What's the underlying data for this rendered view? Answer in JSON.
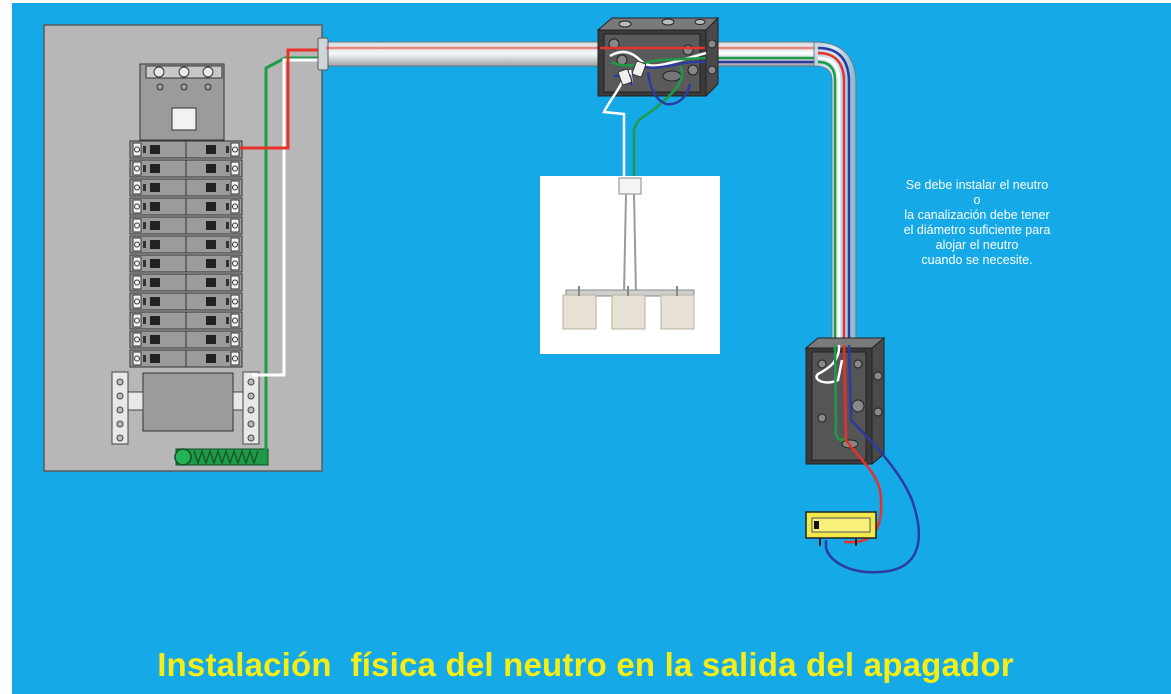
{
  "diagram": {
    "title": "Instalación  física del neutro en la salida del apagador",
    "note_lines": [
      "Se debe instalar el neutro",
      "o",
      "la canalización debe tener",
      "el diámetro suficiente para",
      "alojar el neutro",
      "cuando se necesite."
    ],
    "breaker_rows": 12,
    "components": [
      "electrical-panel",
      "main-breaker",
      "branch-breakers",
      "ground-bar",
      "conduit",
      "junction-box",
      "pendant-lamp",
      "switch-box",
      "switch"
    ]
  },
  "colors": {
    "background": "#15a9e8",
    "panel": "#b7b7b7",
    "caption": "#f5ee16",
    "wire_red": "#e8312a",
    "wire_white": "#ffffff",
    "wire_green": "#1f9a48",
    "wire_blue": "#2d3a9e",
    "switch_body": "#f1e94a"
  }
}
